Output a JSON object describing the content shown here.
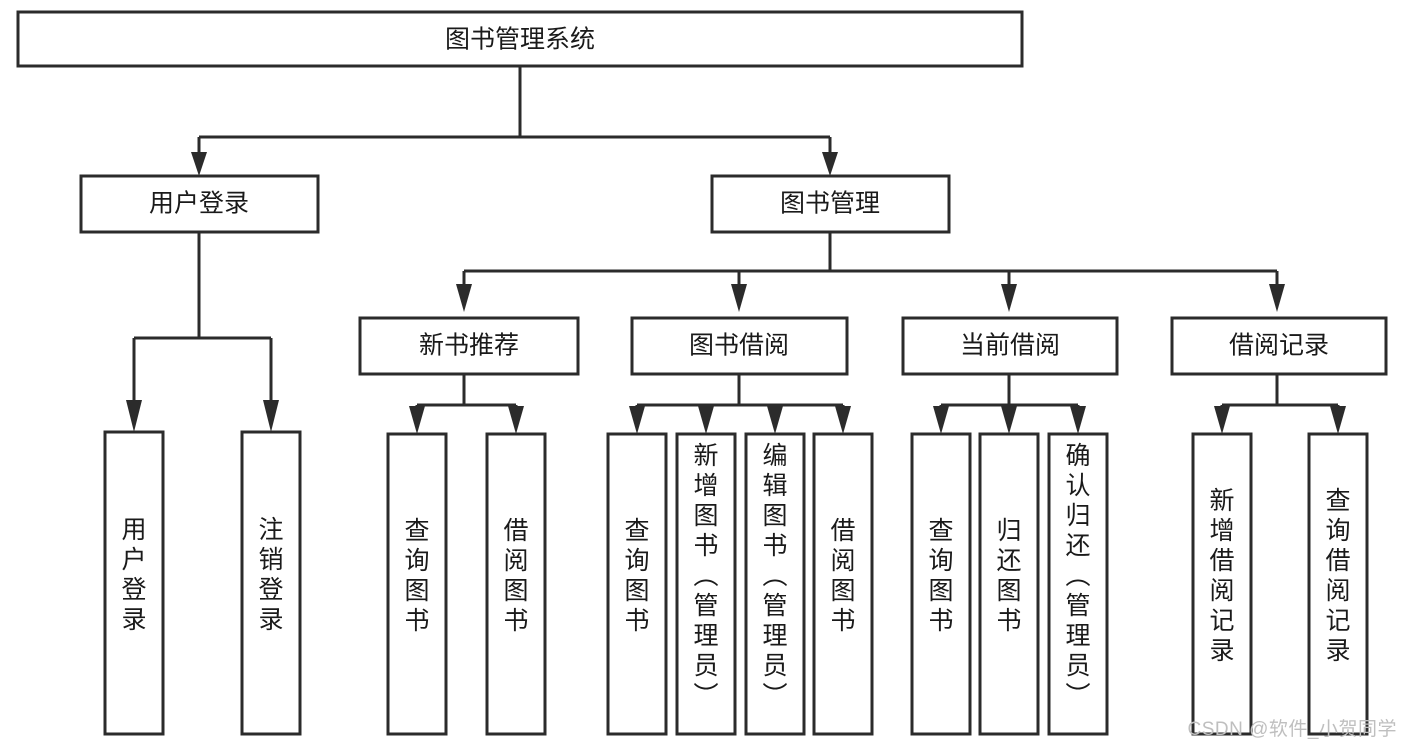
{
  "diagram": {
    "type": "hierarchy-tree",
    "title": "图书管理系统",
    "watermark": "CSDN @软件_小贺同学",
    "colors": {
      "background": "#ffffff",
      "stroke": "#2b2b2b",
      "text": "#1a1a1a",
      "watermark": "#bfbfbf"
    },
    "levels": [
      {
        "level": 1,
        "nodes": [
          {
            "id": "root",
            "label": "图书管理系统",
            "orientation": "horizontal"
          }
        ]
      },
      {
        "level": 2,
        "nodes": [
          {
            "id": "user-login",
            "label": "用户登录",
            "orientation": "horizontal",
            "parent": "root"
          },
          {
            "id": "book-manage",
            "label": "图书管理",
            "orientation": "horizontal",
            "parent": "root"
          }
        ]
      },
      {
        "level": 3,
        "nodes": [
          {
            "id": "new-book-rec",
            "label": "新书推荐",
            "orientation": "horizontal",
            "parent": "book-manage"
          },
          {
            "id": "book-borrow",
            "label": "图书借阅",
            "orientation": "horizontal",
            "parent": "book-manage"
          },
          {
            "id": "current-borrow",
            "label": "当前借阅",
            "orientation": "horizontal",
            "parent": "book-manage"
          },
          {
            "id": "borrow-record",
            "label": "借阅记录",
            "orientation": "horizontal",
            "parent": "book-manage"
          }
        ]
      },
      {
        "level": 4,
        "nodes": [
          {
            "id": "leaf-user-login",
            "label": "用户登录",
            "orientation": "vertical",
            "parent": "user-login"
          },
          {
            "id": "leaf-logout",
            "label": "注销登录",
            "orientation": "vertical",
            "parent": "user-login"
          },
          {
            "id": "leaf-query-book-1",
            "label": "查询图书",
            "orientation": "vertical",
            "parent": "new-book-rec"
          },
          {
            "id": "leaf-borrow-book-1",
            "label": "借阅图书",
            "orientation": "vertical",
            "parent": "new-book-rec"
          },
          {
            "id": "leaf-query-book-2",
            "label": "查询图书",
            "orientation": "vertical",
            "parent": "book-borrow"
          },
          {
            "id": "leaf-add-book",
            "label": "新增图书（管理员）",
            "orientation": "vertical",
            "parent": "book-borrow"
          },
          {
            "id": "leaf-edit-book",
            "label": "编辑图书（管理员）",
            "orientation": "vertical",
            "parent": "book-borrow"
          },
          {
            "id": "leaf-borrow-book-2",
            "label": "借阅图书",
            "orientation": "vertical",
            "parent": "book-borrow"
          },
          {
            "id": "leaf-query-book-3",
            "label": "查询图书",
            "orientation": "vertical",
            "parent": "current-borrow"
          },
          {
            "id": "leaf-return-book",
            "label": "归还图书",
            "orientation": "vertical",
            "parent": "current-borrow"
          },
          {
            "id": "leaf-confirm-return",
            "label": "确认归还（管理员）",
            "orientation": "vertical",
            "parent": "current-borrow"
          },
          {
            "id": "leaf-add-record",
            "label": "新增借阅记录",
            "orientation": "vertical",
            "parent": "borrow-record"
          },
          {
            "id": "leaf-query-record",
            "label": "查询借阅记录",
            "orientation": "vertical",
            "parent": "borrow-record"
          }
        ]
      }
    ],
    "edges": [
      {
        "from": "root",
        "to": "user-login"
      },
      {
        "from": "root",
        "to": "book-manage"
      },
      {
        "from": "book-manage",
        "to": "new-book-rec"
      },
      {
        "from": "book-manage",
        "to": "book-borrow"
      },
      {
        "from": "book-manage",
        "to": "current-borrow"
      },
      {
        "from": "book-manage",
        "to": "borrow-record"
      },
      {
        "from": "user-login",
        "to": "leaf-user-login"
      },
      {
        "from": "user-login",
        "to": "leaf-logout"
      },
      {
        "from": "new-book-rec",
        "to": "leaf-query-book-1"
      },
      {
        "from": "new-book-rec",
        "to": "leaf-borrow-book-1"
      },
      {
        "from": "book-borrow",
        "to": "leaf-query-book-2"
      },
      {
        "from": "book-borrow",
        "to": "leaf-add-book"
      },
      {
        "from": "book-borrow",
        "to": "leaf-edit-book"
      },
      {
        "from": "book-borrow",
        "to": "leaf-borrow-book-2"
      },
      {
        "from": "current-borrow",
        "to": "leaf-query-book-3"
      },
      {
        "from": "current-borrow",
        "to": "leaf-return-book"
      },
      {
        "from": "current-borrow",
        "to": "leaf-confirm-return"
      },
      {
        "from": "borrow-record",
        "to": "leaf-add-record"
      },
      {
        "from": "borrow-record",
        "to": "leaf-query-record"
      }
    ]
  }
}
